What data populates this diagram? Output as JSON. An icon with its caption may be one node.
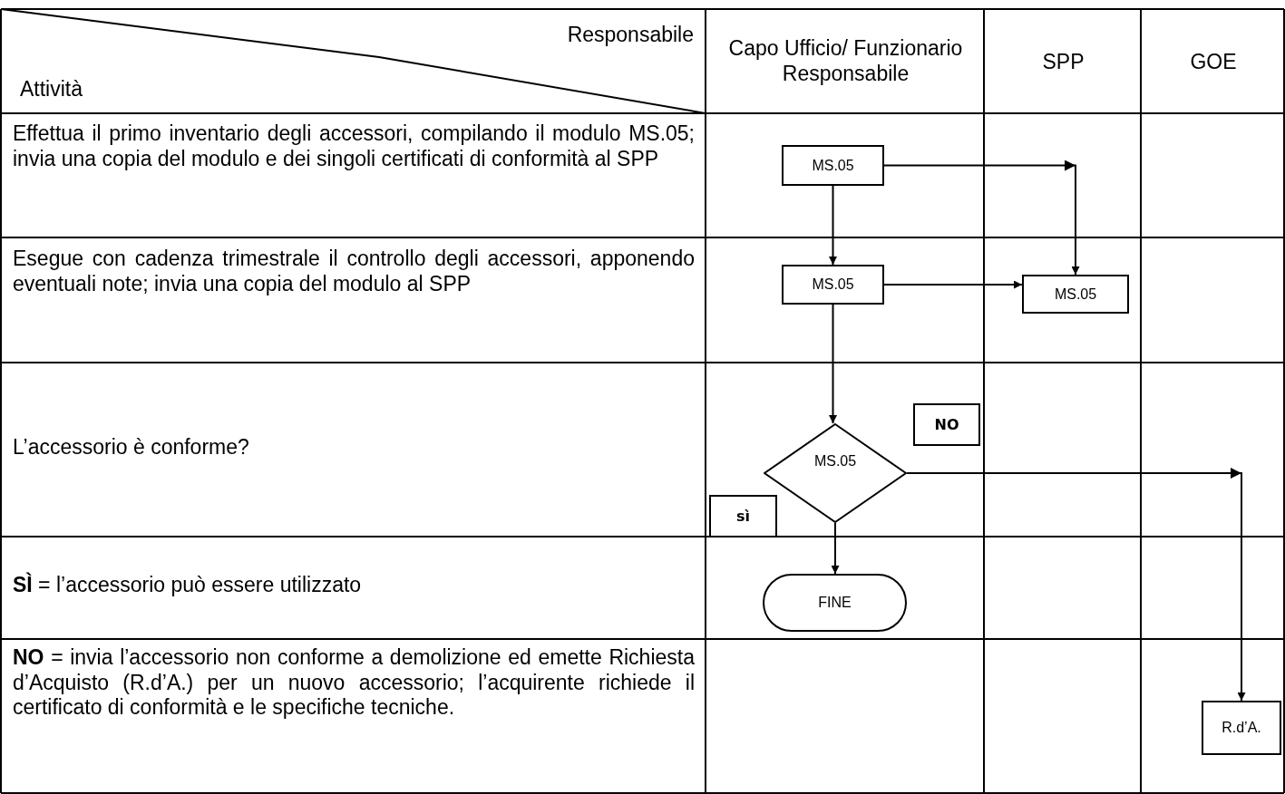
{
  "diagram": {
    "nodes": [
      {
        "text": [
          "MS.05"
        ]
      },
      {
        "text": [
          "MS.05"
        ]
      },
      {
        "text": [
          "MS.05"
        ]
      },
      {
        "text": [
          "MS.05"
        ]
      },
      {
        "text": [
          "NO"
        ]
      },
      {
        "text": [
          "sì"
        ]
      },
      {
        "text": [
          "FINE"
        ]
      },
      {
        "text": [
          "R.d’A."
        ]
      }
    ],
    "edges": [
      {
        "from": 0,
        "to": 2,
        "arrow": "to"
      },
      {
        "from": 0,
        "to": 1,
        "arrow": "to"
      },
      {
        "from": 1,
        "to": 2,
        "arrow": "to"
      },
      {
        "from": 1,
        "to": 3,
        "arrow": "to"
      },
      {
        "from": 3,
        "to": 7,
        "arrow": "to"
      },
      {
        "from": 3,
        "to": 6,
        "arrow": "to"
      }
    ],
    "labels": [
      "Responsabile",
      "Attività",
      "Capo Ufficio/ Funzionario Responsabile",
      "SPP",
      "GOE",
      "Effettua il primo inventario degli accessori, compilando il modulo MS.05; invia una copia del modulo e dei singoli certificati di conformità al SPP",
      "Esegue con cadenza trimestrale il controllo degli accessori, apponendo eventuali note; invia una copia del modulo al SPP",
      "L’accessorio è conforme?",
      "**SÌ** = l’accessorio può essere utilizzato",
      "**NO** = invia l’accessorio non conforme a demolizione ed emette Richiesta d’Acquisto (R.d’A.) per un nuovo accessorio; l’acquirente richiede il certificato di conformità e le specifiche tecniche."
    ]
  }
}
